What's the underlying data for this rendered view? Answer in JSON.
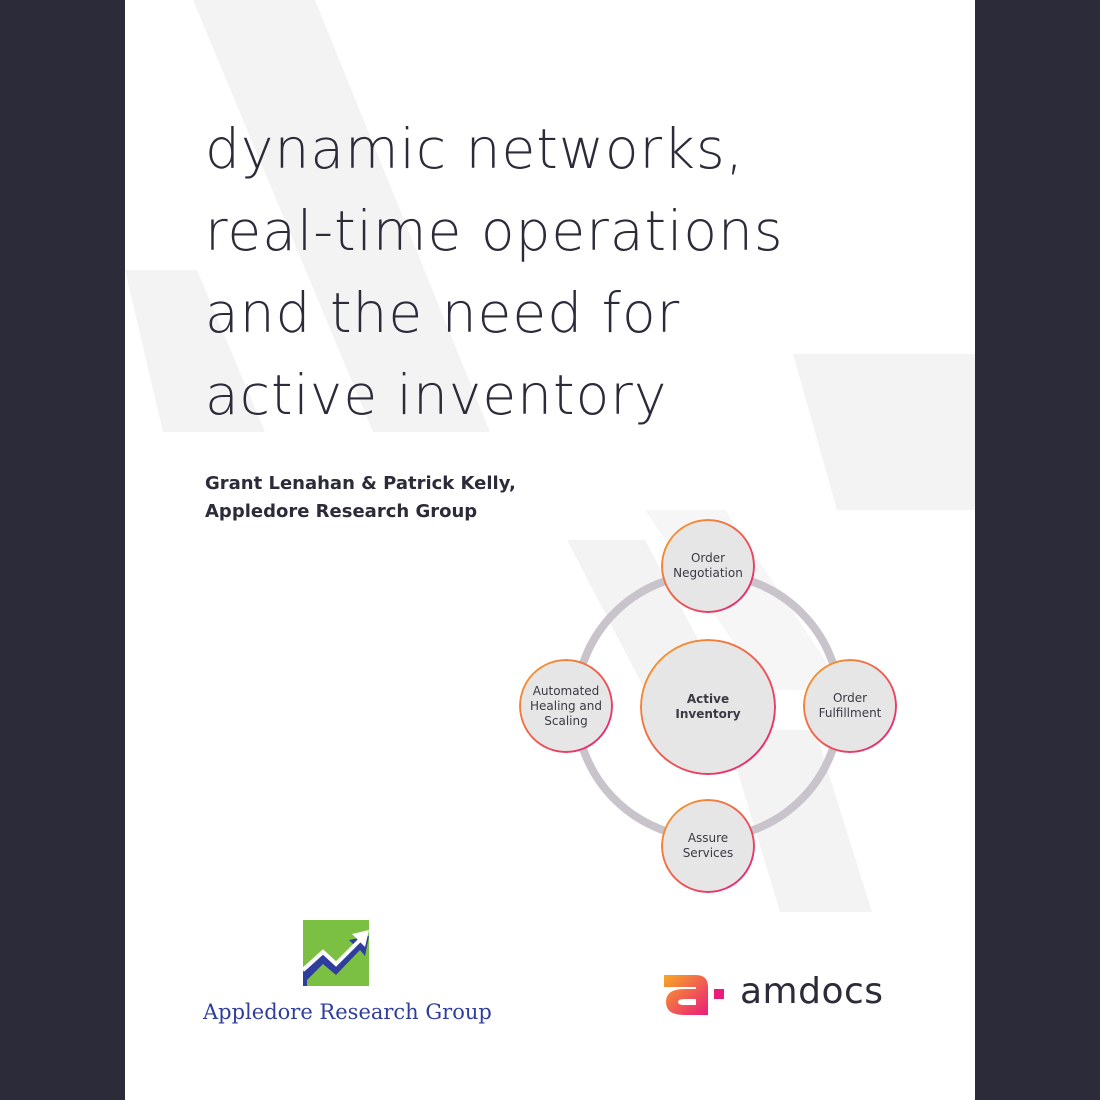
{
  "title_lines": [
    "dynamic networks,",
    "real-time operations",
    "and the need for",
    "active inventory"
  ],
  "authors": {
    "line1": "Grant Lenahan & Patrick Kelly,",
    "line2": "Appledore Research Group"
  },
  "diagram": {
    "center": [
      "Active",
      "Inventory"
    ],
    "top": [
      "Order",
      "Negotiation"
    ],
    "right": [
      "Order",
      "Fulfillment"
    ],
    "bottom": [
      "Assure",
      "Services"
    ],
    "left": [
      "Automated",
      "Healing and",
      "Scaling"
    ]
  },
  "logos": {
    "appledore": "Appledore Research Group",
    "amdocs": "amdocs",
    "appledore_mark": "trending-up-chart-icon",
    "amdocs_mark": "amdocs-a-icon"
  },
  "colors": {
    "background": "#2b2b39",
    "node_gradient_start": "#f5a623",
    "node_gradient_end": "#e6187c",
    "ring": "#c9c3cc",
    "appledore_blue": "#2f3e9e",
    "appledore_green": "#7bc043"
  }
}
